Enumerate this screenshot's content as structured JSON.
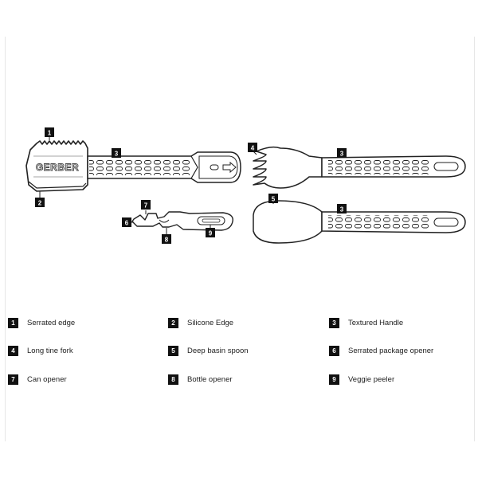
{
  "brand": "GERBER",
  "colors": {
    "ink": "#111111",
    "line": "#222222",
    "fill": "#ffffff",
    "slot": "#d9d9d9"
  },
  "legend": [
    {
      "number": "1",
      "label": "Serrated edge"
    },
    {
      "number": "2",
      "label": "Silicone Edge"
    },
    {
      "number": "3",
      "label": "Textured Handle"
    },
    {
      "number": "4",
      "label": "Long tine fork"
    },
    {
      "number": "5",
      "label": "Deep basin spoon"
    },
    {
      "number": "6",
      "label": "Serrated package opener"
    },
    {
      "number": "7",
      "label": "Can opener"
    },
    {
      "number": "8",
      "label": "Bottle opener"
    },
    {
      "number": "9",
      "label": "Veggie peeler"
    }
  ],
  "callouts": {
    "serrated_edge": "1",
    "silicone_edge": "2",
    "handle_spatula": "3",
    "handle_fork": "3",
    "handle_spoon": "3",
    "fork": "4",
    "spoon": "5",
    "package_opener": "6",
    "can_opener": "7",
    "bottle_opener": "8",
    "peeler": "9"
  }
}
